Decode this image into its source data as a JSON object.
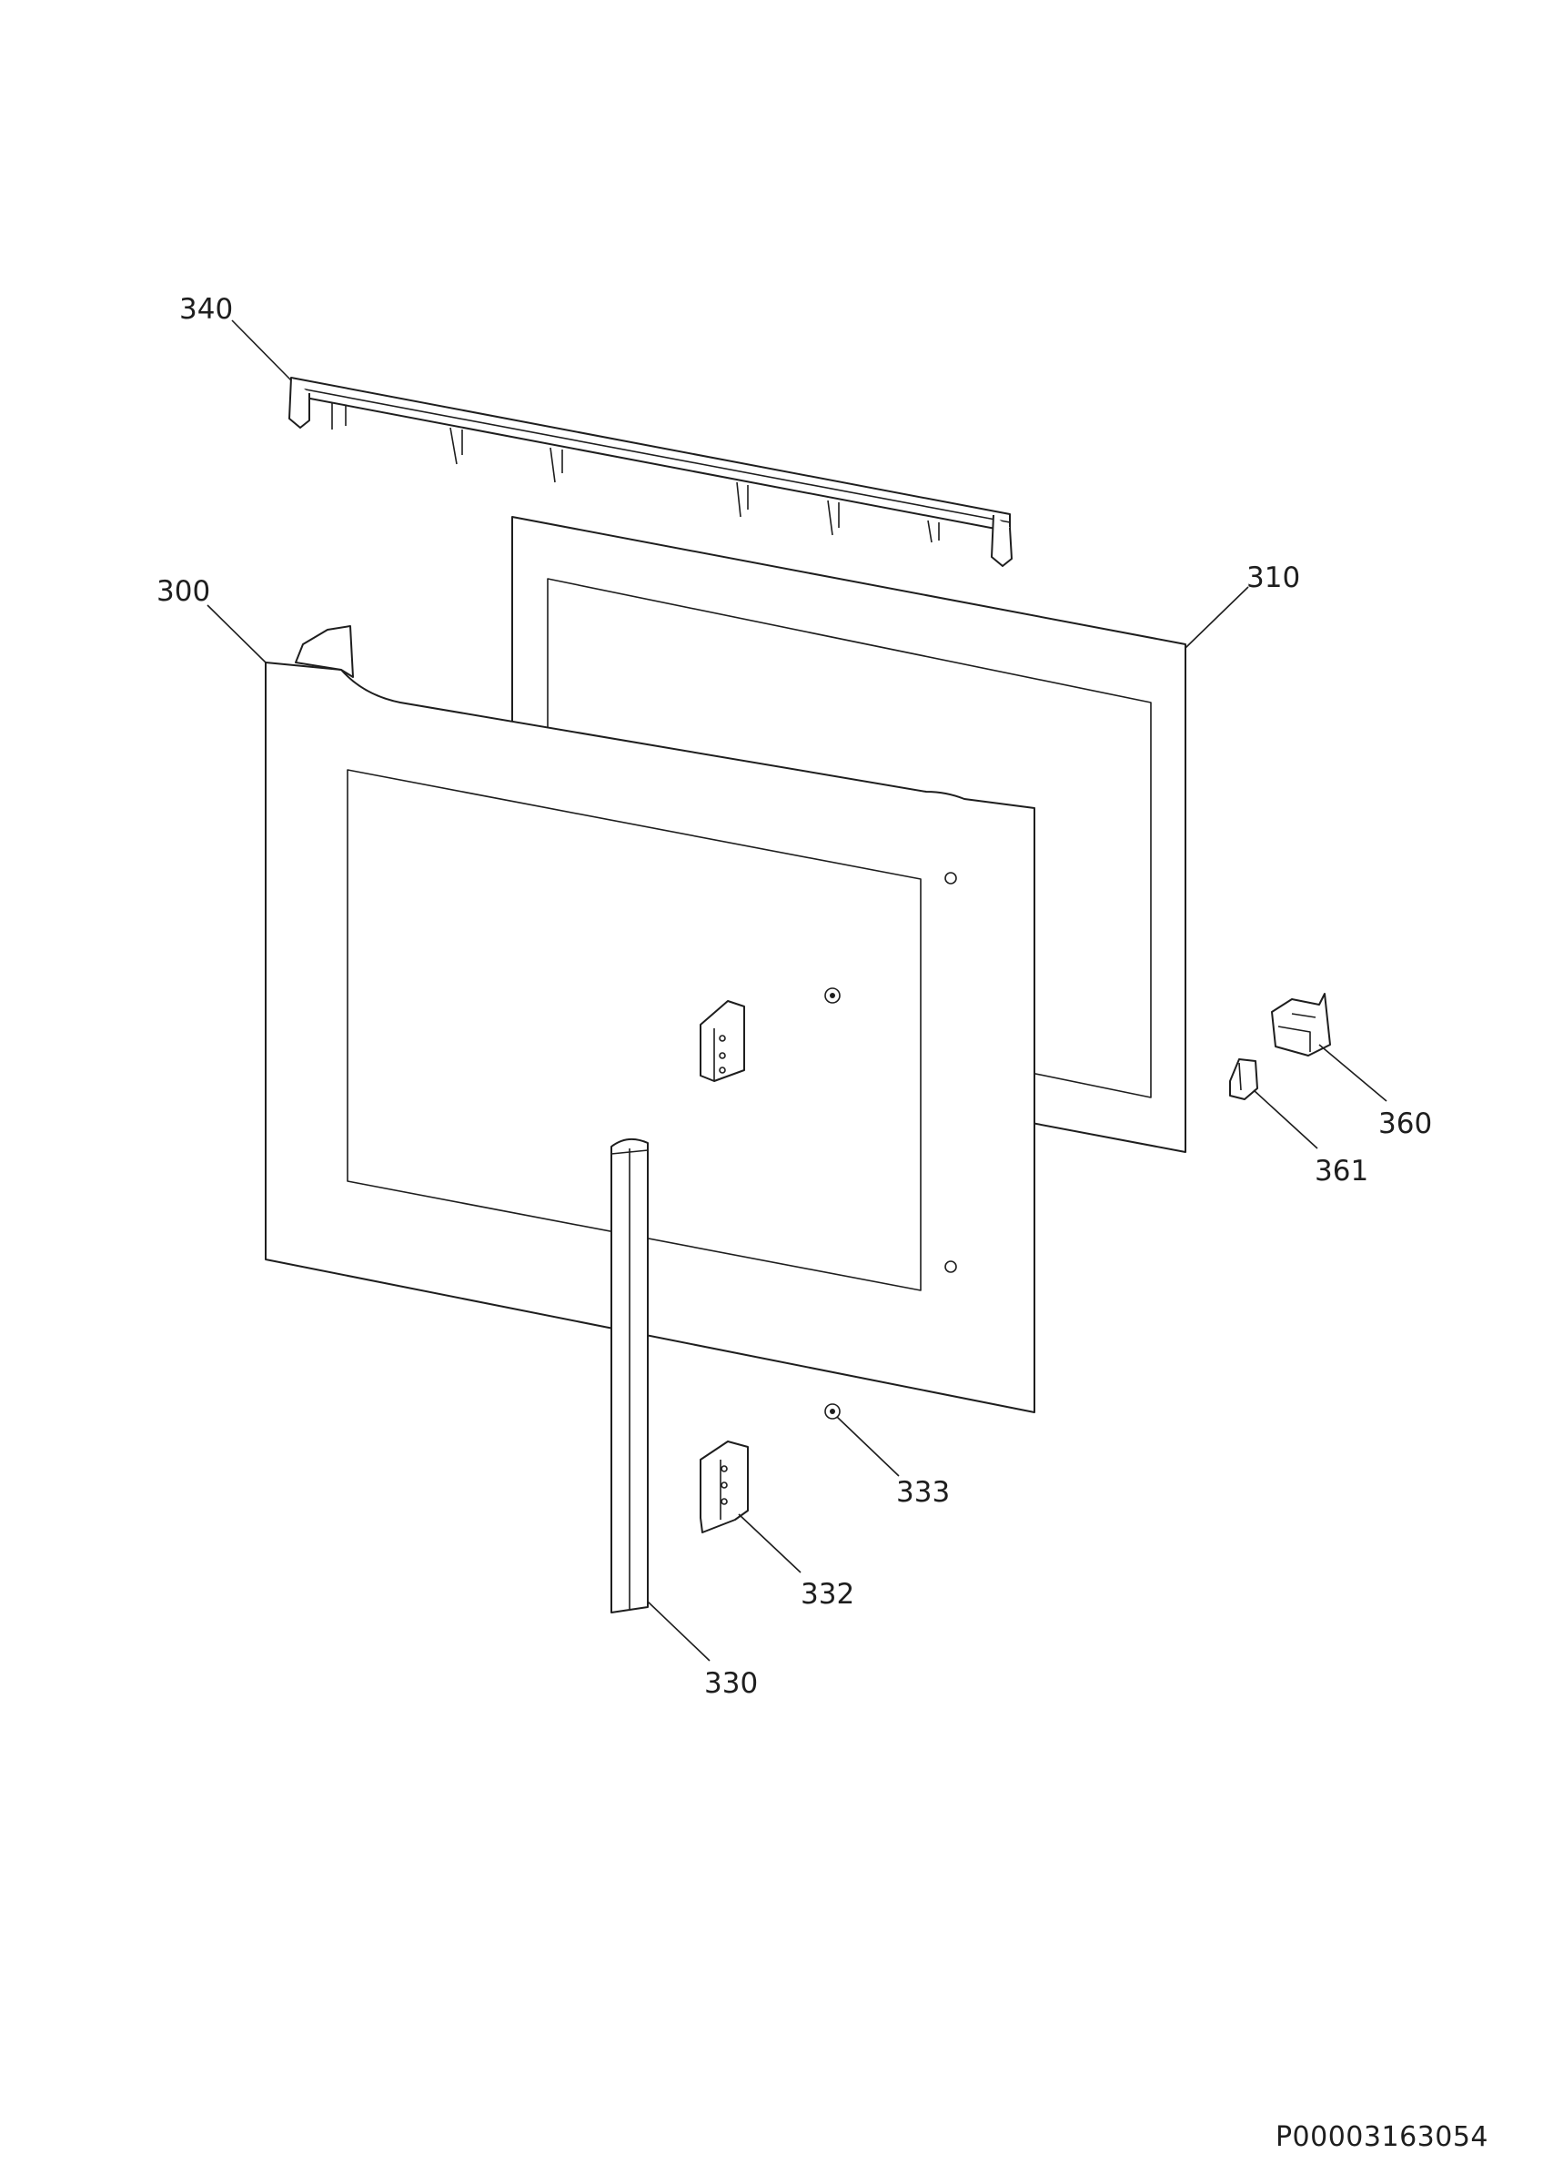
{
  "drawing_code": "P00003163054",
  "callouts": {
    "c340": "340",
    "c300": "300",
    "c310": "310",
    "c360": "360",
    "c361": "361",
    "c333": "333",
    "c332": "332",
    "c330": "330"
  },
  "colors": {
    "line": "#1e1e1e",
    "background": "#ffffff"
  }
}
